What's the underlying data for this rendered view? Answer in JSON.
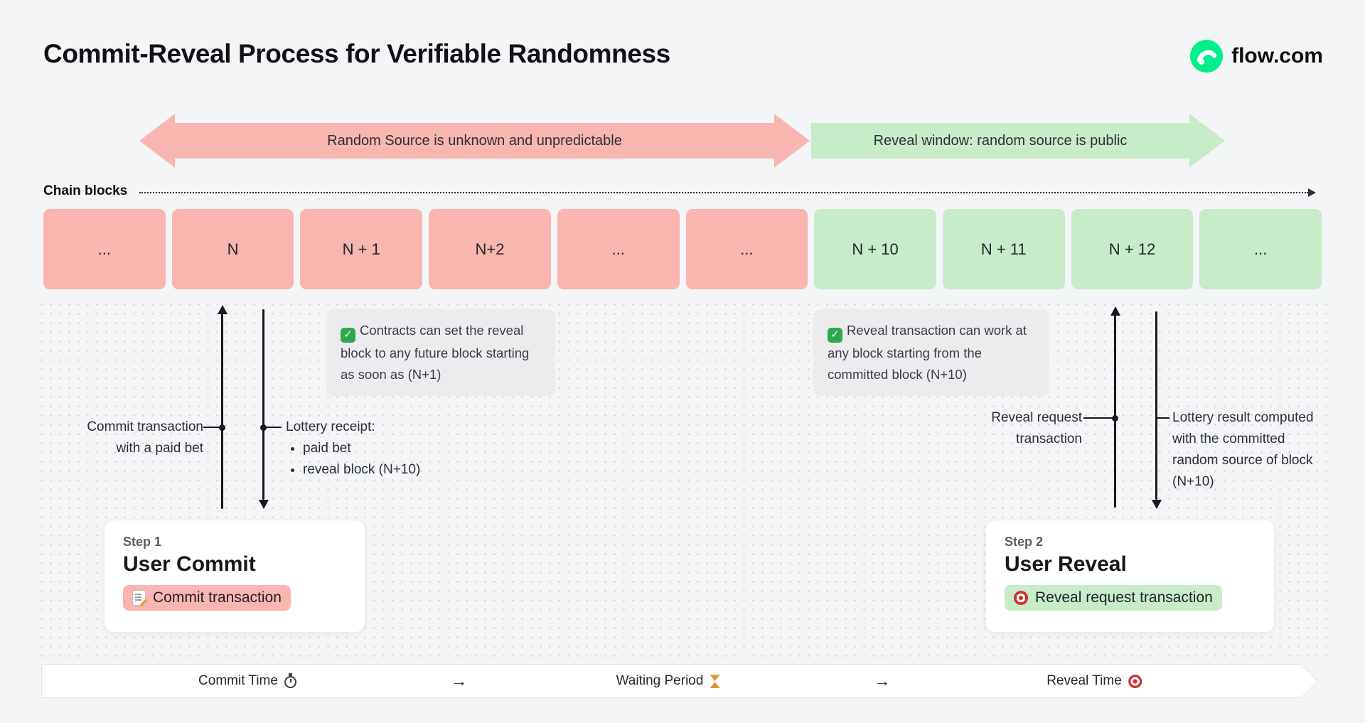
{
  "header": {
    "title": "Commit-Reveal Process for Verifiable Randomness",
    "brand": "flow.com"
  },
  "banners": {
    "unpredictable": "Random Source is unknown and unpredictable",
    "reveal_window": "Reveal window: random source is public"
  },
  "chain": {
    "label": "Chain blocks",
    "blocks": [
      {
        "label": "...",
        "phase": "commit"
      },
      {
        "label": "N",
        "phase": "commit"
      },
      {
        "label": "N + 1",
        "phase": "commit"
      },
      {
        "label": "N+2",
        "phase": "commit"
      },
      {
        "label": "...",
        "phase": "commit"
      },
      {
        "label": "...",
        "phase": "commit"
      },
      {
        "label": "N + 10",
        "phase": "reveal"
      },
      {
        "label": "N + 11",
        "phase": "reveal"
      },
      {
        "label": "N + 12",
        "phase": "reveal"
      },
      {
        "label": "...",
        "phase": "reveal"
      }
    ]
  },
  "notes": {
    "commit": "Contracts can set the reveal block to any future block starting as soon as (N+1)",
    "reveal": "Reveal transaction can work at any block starting from the committed block (N+10)"
  },
  "annotations": {
    "commit_tx": "Commit transaction with a paid bet",
    "receipt_title": "Lottery receipt:",
    "receipt_items": [
      "paid bet",
      "reveal block (N+10)"
    ],
    "reveal_request": "Reveal request transaction",
    "lottery_result": "Lottery result computed with the committed random source of block (N+10)"
  },
  "steps": {
    "commit": {
      "eyebrow": "Step 1",
      "title": "User Commit",
      "action": "Commit transaction"
    },
    "reveal": {
      "eyebrow": "Step 2",
      "title": "User Reveal",
      "action": "Reveal request transaction"
    }
  },
  "timeline": {
    "commit": "Commit Time",
    "arrow1": "→",
    "waiting": "Waiting Period",
    "arrow2": "→",
    "reveal": "Reveal Time"
  },
  "icons": {
    "check": "✓",
    "flow_logo": "flow-logo",
    "memo": "memo-pencil",
    "target": "dartboard",
    "stopwatch": "stopwatch",
    "hourglass": "hourglass"
  },
  "colors": {
    "commit_pink": "#f9b5b0",
    "reveal_green": "#c8ebc9",
    "flow_green": "#00ef8b",
    "note_bg": "#ececef",
    "page_bg": "#f4f5f7"
  }
}
